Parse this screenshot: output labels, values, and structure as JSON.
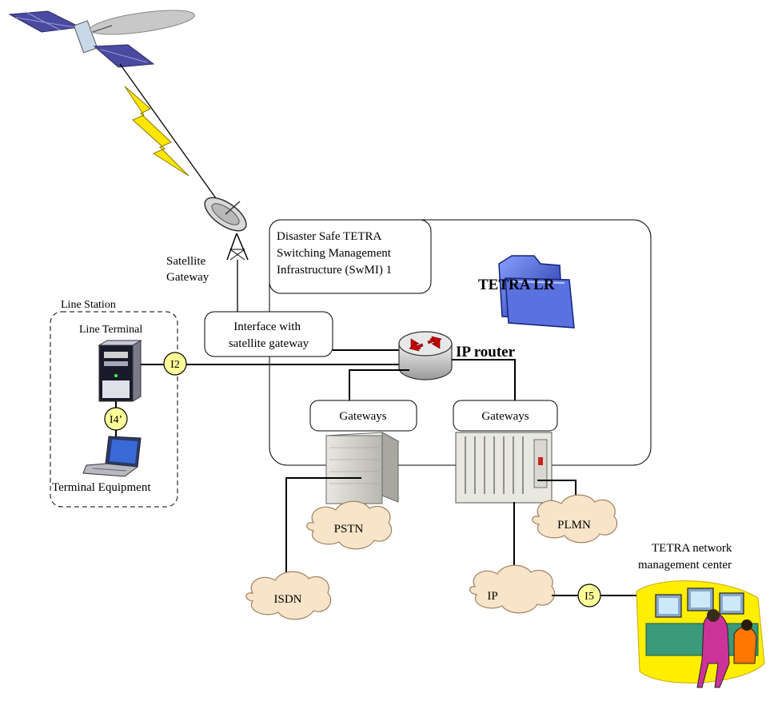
{
  "labels": {
    "satellite_gateway": [
      "Satellite",
      "Gateway"
    ],
    "swmi": [
      "Disaster Safe TETRA",
      "Switching Management",
      "Infrastructure (SwMI) 1"
    ],
    "tetra_lr": "TETRA LR",
    "line_station": "Line Station",
    "line_terminal": "Line Terminal",
    "terminal_equipment": "Terminal Equipment",
    "interface_sat": [
      "Interface with",
      "satellite gateway"
    ],
    "ip_router": "IP router",
    "gateways_left": "Gateways",
    "gateways_right": "Gateways",
    "nmc": [
      "TETRA network",
      "management center"
    ]
  },
  "interfaces": {
    "i2": "I2",
    "i4": "I4’",
    "i5": "I5"
  },
  "clouds": {
    "pstn": "PSTN",
    "isdn": "ISDN",
    "plmn": "PLMN",
    "ip": "IP"
  },
  "colors": {
    "cloud_fill": "#f8e4c8",
    "interface_fill": "#ffff99",
    "lightning": "#ffe600",
    "folder": "#3a52c8",
    "router_arrows": "#cc0000"
  }
}
